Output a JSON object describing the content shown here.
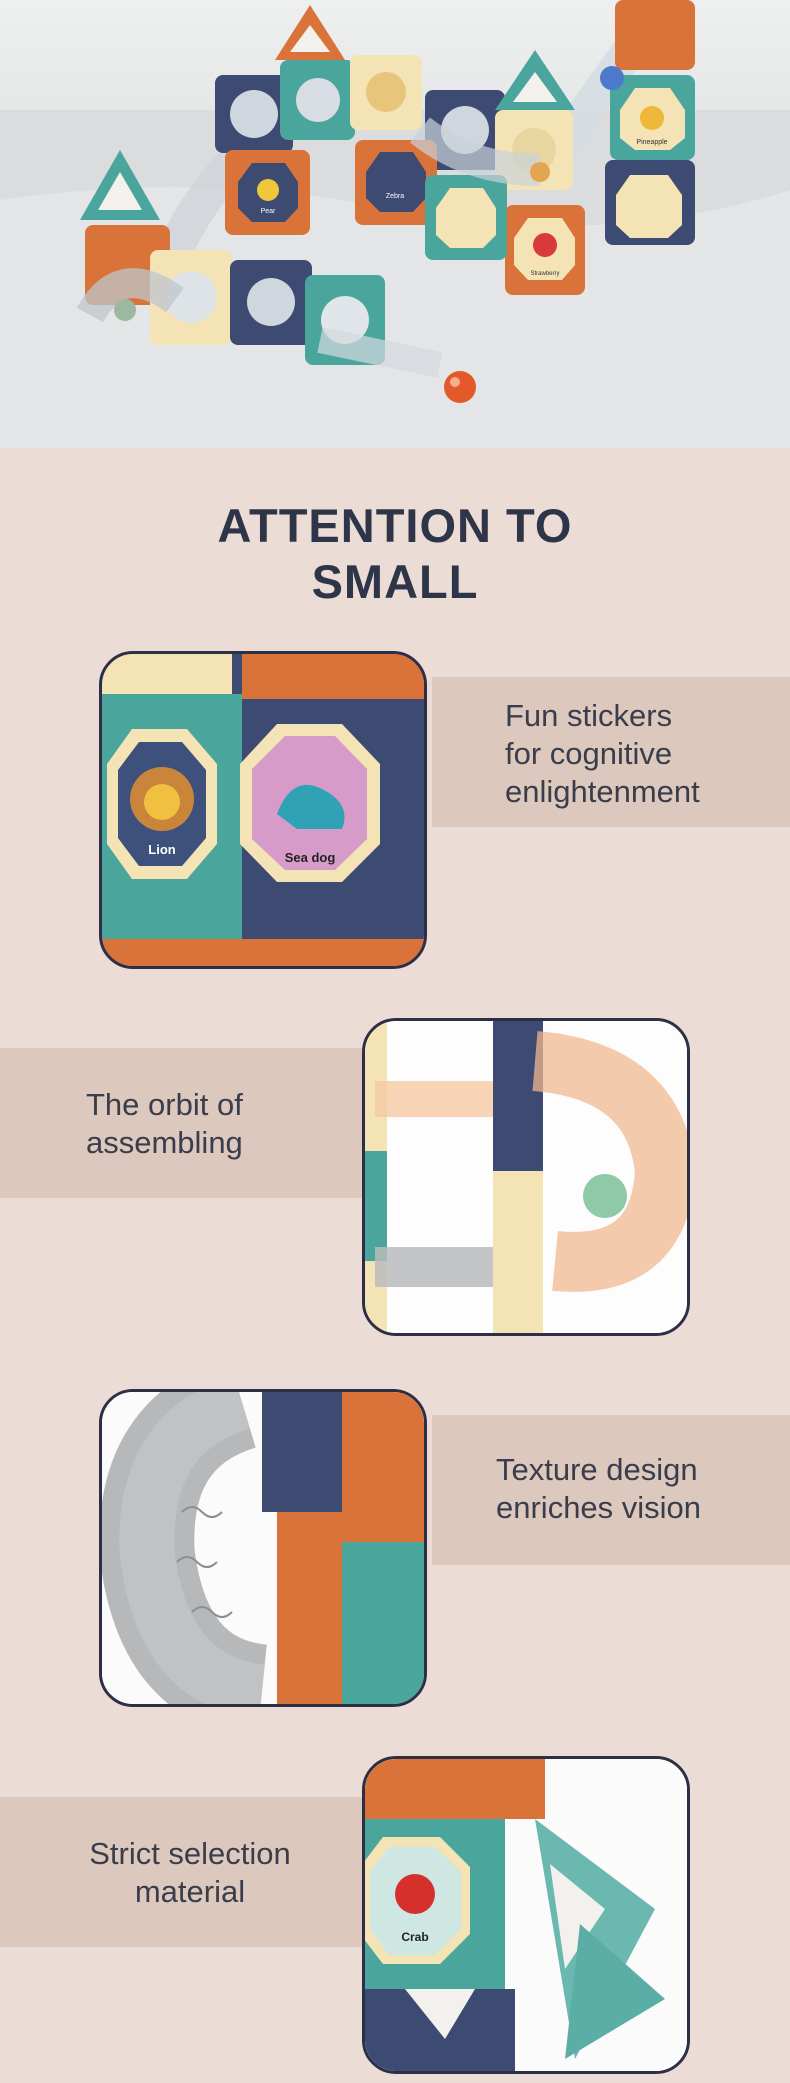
{
  "heading": {
    "line1": "ATTENTION TO",
    "line2": "SMALL"
  },
  "features": [
    {
      "line1": "Fun stickers",
      "line2": "for cognitive",
      "line3": "enlightenment",
      "sticker_labels": [
        "Lion",
        "Sea dog"
      ]
    },
    {
      "line1": "The orbit of",
      "line2": "assembling"
    },
    {
      "line1": "Texture design",
      "line2": "enriches vision"
    },
    {
      "line1": "Strict selection",
      "line2": "material",
      "sticker_labels": [
        "Crab"
      ]
    }
  ],
  "hero": {
    "sticker_labels": [
      "Pear",
      "Zebra",
      "Pineapple",
      "Strawberry"
    ]
  },
  "colors": {
    "background": "#ebdcd6",
    "band": "#dcc8bd",
    "heading": "#2f3548",
    "frame_border": "#2c2f45",
    "toy_teal": "#4aa59c",
    "toy_orange": "#d9733a",
    "toy_navy": "#3d4a72",
    "toy_cream": "#f3e3b5"
  }
}
